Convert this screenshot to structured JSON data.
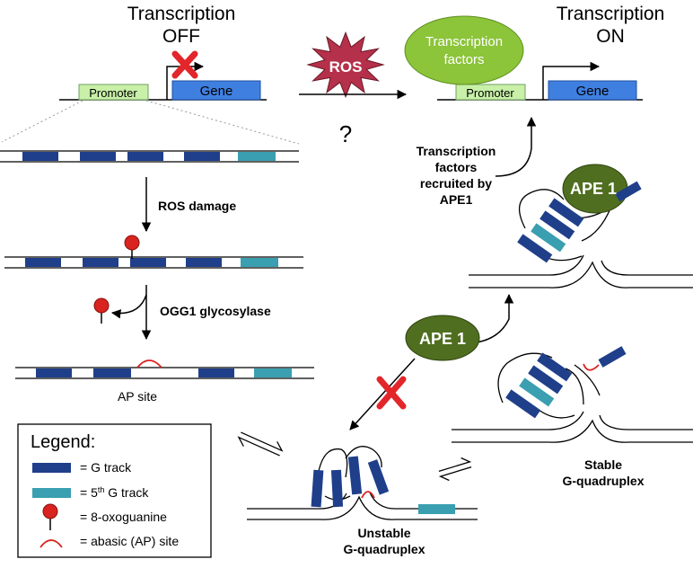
{
  "top_left": {
    "title_line1": "Transcription",
    "title_line2": "OFF",
    "promoter_label": "Promoter",
    "gene_label": "Gene"
  },
  "top_right": {
    "title_line1": "Transcription",
    "title_line2": "ON",
    "tf_line1": "Transcription",
    "tf_line2": "factors",
    "promoter_label": "Promoter",
    "gene_label": "Gene"
  },
  "ros": {
    "label": "ROS",
    "question": "?"
  },
  "steps": {
    "ros_damage": "ROS damage",
    "ogg1": "OGG1 glycosylase",
    "ap_site": "AP site"
  },
  "recruit_note": [
    "Transcription",
    "factors",
    "recruited by",
    "APE1"
  ],
  "ape1_label": "APE 1",
  "stable_label": [
    "Stable",
    "G-quadruplex"
  ],
  "unstable_label": [
    "Unstable",
    "G-quadruplex"
  ],
  "legend": {
    "title": "Legend:",
    "items": [
      {
        "text": "= G track",
        "icon": "g-track"
      },
      {
        "text": "= 5",
        "sup": "th",
        "suffix": " G track",
        "icon": "fifth-g-track"
      },
      {
        "text": "= 8-oxoguanine",
        "icon": "8-oxoguanine"
      },
      {
        "text": "= abasic (AP) site",
        "icon": "abasic-site"
      }
    ]
  },
  "colors": {
    "g_track": "#1f3f8a",
    "fifth_g_track": "#3a9fb0",
    "gene": "#3f7fe0",
    "promoter": "#c8f0a8",
    "ros_fill": "#b5304a",
    "tf_fill": "#8cc43a",
    "ape1_fill": "#4f6e1f",
    "x_red": "#e2262a",
    "oxo_red": "#d9231f"
  }
}
